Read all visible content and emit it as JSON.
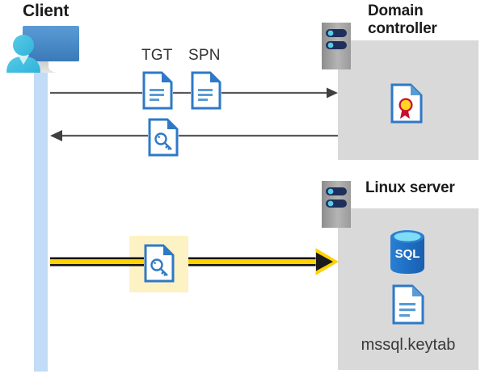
{
  "diagram": {
    "title_client": "Client",
    "title_domain_controller": "Domain controller",
    "title_linux_server": "Linux server",
    "labels": {
      "tgt": "TGT",
      "spn": "SPN",
      "keytab_file": "mssql.keytab"
    },
    "icons": {
      "client": "client-workstation-icon",
      "server_dc": "server-rack-icon",
      "server_linux": "server-rack-icon",
      "doc_tgt": "document-icon",
      "doc_spn": "document-icon",
      "doc_key_response": "key-document-icon",
      "doc_key_request": "key-document-icon",
      "certificate": "certificate-document-icon",
      "sql_database": "sql-database-icon",
      "keytab": "document-icon"
    },
    "flows": [
      {
        "name": "client-to-dc-request",
        "direction": "right",
        "style": "thin-grey",
        "carries": [
          "TGT",
          "SPN"
        ]
      },
      {
        "name": "dc-to-client-response",
        "direction": "left",
        "style": "thin-grey",
        "carries": [
          "key-document"
        ]
      },
      {
        "name": "client-to-linux-auth",
        "direction": "right",
        "style": "thick-yellow-highlighted",
        "carries": [
          "key-document"
        ]
      }
    ],
    "colors": {
      "panel_grey": "#d9d9d9",
      "lifeline_blue": "#c2dbf7",
      "highlight_yellow": "#fdf2c4",
      "arrow_yellow": "#ffd200",
      "arrow_grey": "#595959",
      "doc_blue": "#2e79c7",
      "sql_blue": "#1f6fc4",
      "cert_gold": "#ffd521",
      "cert_red": "#c8102e",
      "server_navy": "#1f2f5b",
      "title_dark": "#1b1b1b"
    }
  }
}
